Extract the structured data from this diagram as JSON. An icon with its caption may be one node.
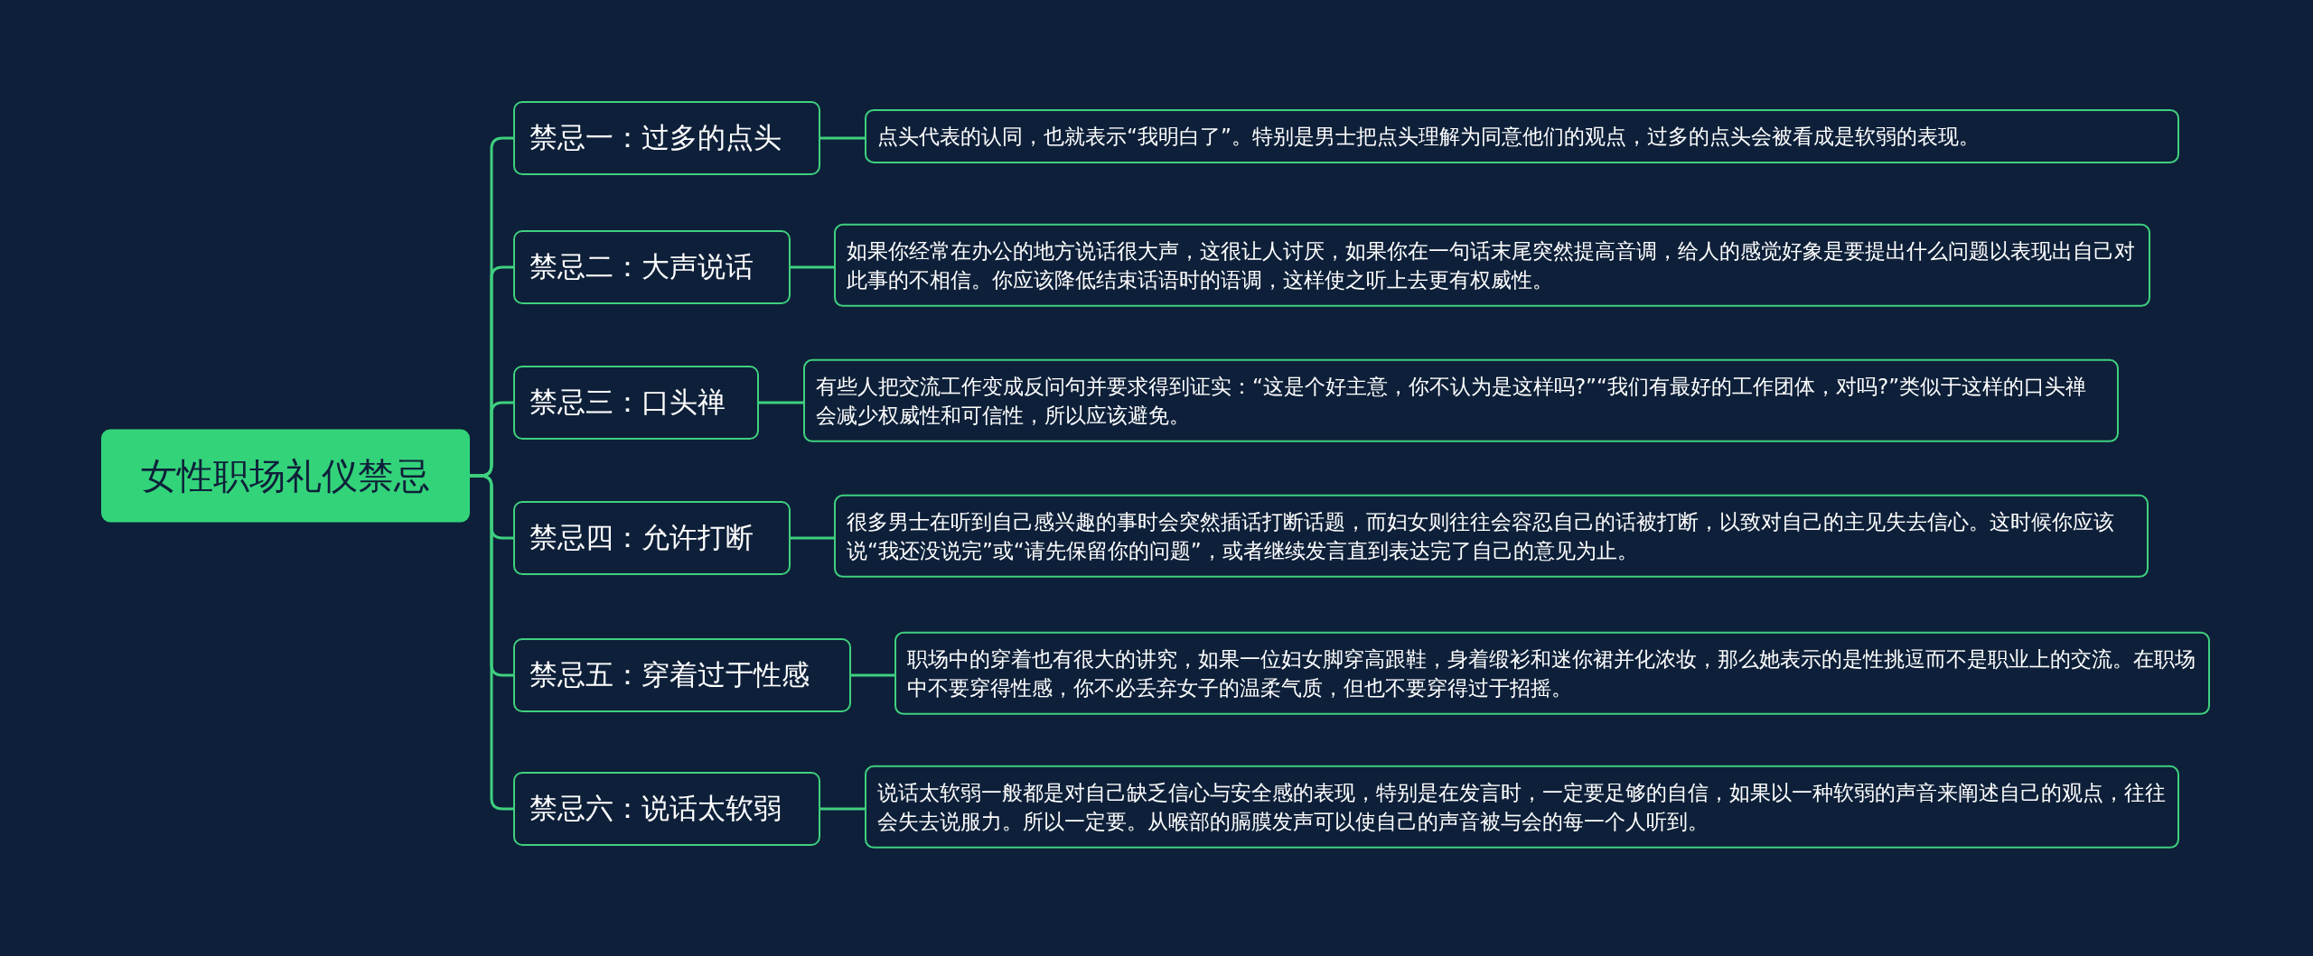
{
  "diagram": {
    "nodes": [
      {
        "text": [
          "女性职场礼仪禁忌"
        ]
      },
      {
        "text": [
          "禁忌一：过多的点头"
        ]
      },
      {
        "text": [
          "点头代表的认同，也就表示“我明白了”。特别是男士把点头理解为同意他们的观点，过多的点头会被看成是软弱的表现。"
        ]
      },
      {
        "text": [
          "禁忌二：大声说话"
        ]
      },
      {
        "text": [
          "如果你经常在办公的地方说话很大声，这很让人讨厌，如果你在一句话末尾突然提高音调，给人的感觉好象是要提出什么问题以表现出自己对此事的不相信。你应该降低结束话语时的语调，这样使之听上去更有权威性。"
        ]
      },
      {
        "text": [
          "禁忌三：口头禅"
        ]
      },
      {
        "text": [
          "有些人把交流工作变成反问句并要求得到证实：“这是个好主意，你不认为是这样吗?”“我们有最好的工作团体，对吗?”类似于这样的口头禅会减少权威性和可信性，所以应该避免。"
        ]
      },
      {
        "text": [
          "禁忌四：允许打断"
        ]
      },
      {
        "text": [
          "很多男士在听到自己感兴趣的事时会突然插话打断话题，而妇女则往往会容忍自己的话被打断，以致对自己的主见失去信心。这时候你应该说“我还没说完”或“请先保留你的问题”，或者继续发言直到表达完了自己的意见为止。"
        ]
      },
      {
        "text": [
          "禁忌五：穿着过于性感"
        ]
      },
      {
        "text": [
          "职场中的穿着也有很大的讲究，如果一位妇女脚穿高跟鞋，身着缎衫和迷你裙并化浓妆，那么她表示的是性挑逗而不是职业上的交流。在职场中不要穿得性感，你不必丢弃女子的温柔气质，但也不要穿得过于招摇。"
        ]
      },
      {
        "text": [
          "禁忌六：说话太软弱"
        ]
      },
      {
        "text": [
          "说话太软弱一般都是对自己缺乏信心与安全感的表现，特别是在发言时，一定要足够的自信，如果以一种软弱的声音来阐述自己的观点，往往会失去说服力。所以一定要。从喉部的膈膜发声可以使自己的声音被与会的每一个人听到。"
        ]
      }
    ],
    "edges": [
      {
        "from": 0,
        "to": 1,
        "arrow": "none"
      },
      {
        "from": 1,
        "to": 2,
        "arrow": "none"
      },
      {
        "from": 0,
        "to": 3,
        "arrow": "none"
      },
      {
        "from": 3,
        "to": 4,
        "arrow": "none"
      },
      {
        "from": 0,
        "to": 5,
        "arrow": "none"
      },
      {
        "from": 5,
        "to": 6,
        "arrow": "none"
      },
      {
        "from": 0,
        "to": 7,
        "arrow": "none"
      },
      {
        "from": 7,
        "to": 8,
        "arrow": "none"
      },
      {
        "from": 0,
        "to": 9,
        "arrow": "none"
      },
      {
        "from": 9,
        "to": 10,
        "arrow": "none"
      },
      {
        "from": 0,
        "to": 11,
        "arrow": "none"
      },
      {
        "from": 11,
        "to": 12,
        "arrow": "none"
      }
    ]
  }
}
